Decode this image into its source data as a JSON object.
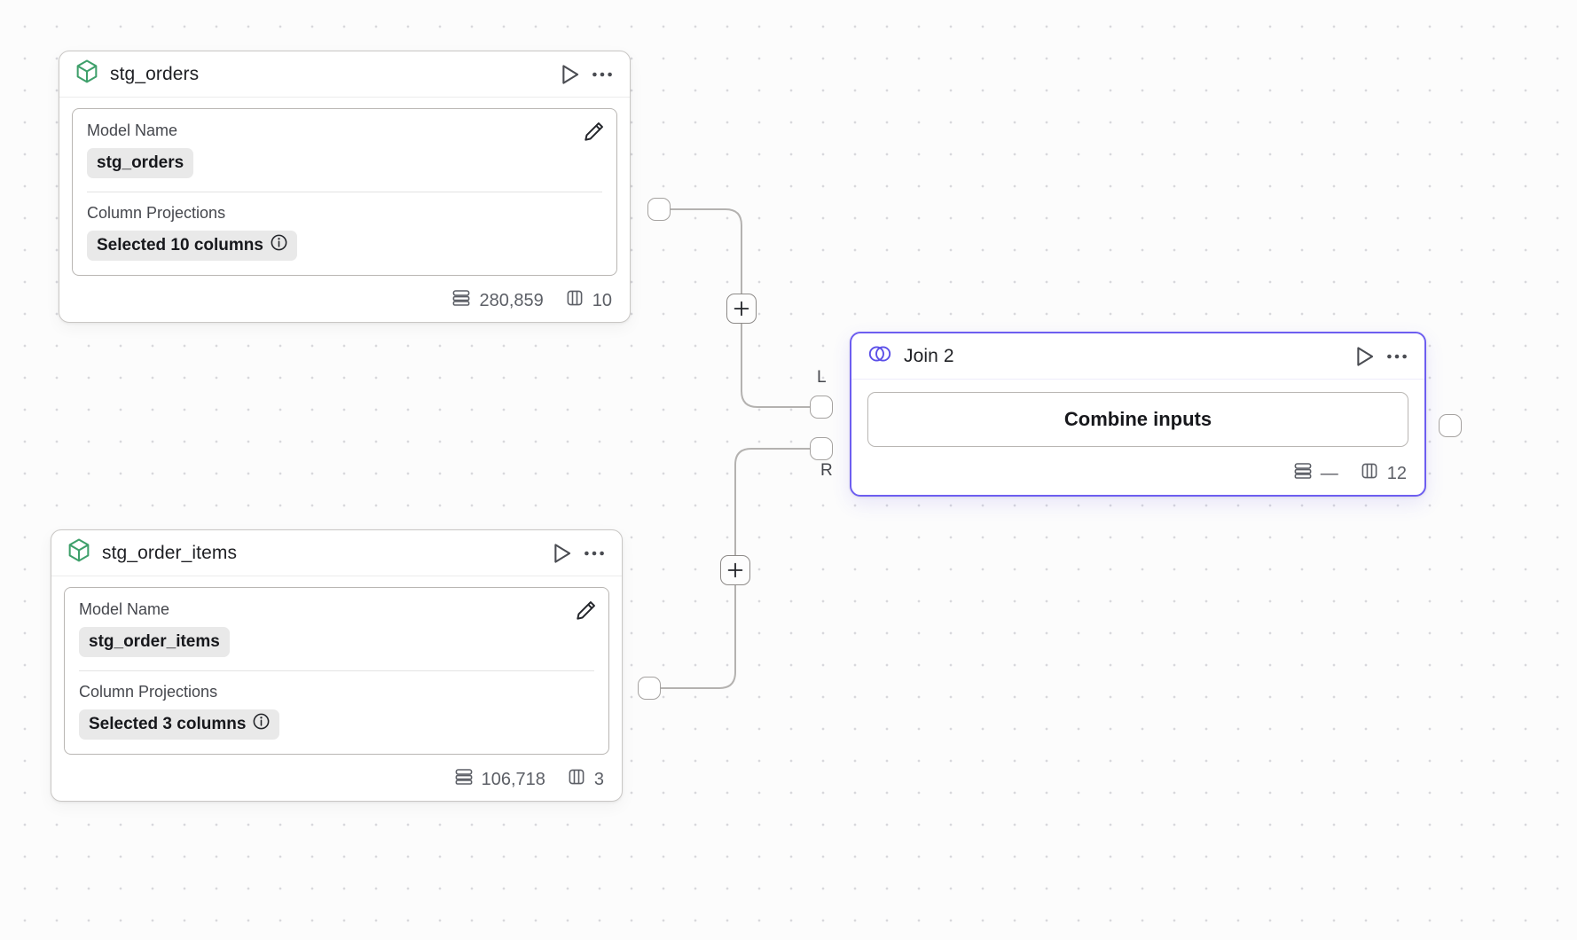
{
  "canvas": {
    "background_color": "#fcfcfc",
    "dot_color": "#d8d8dc",
    "accent_color": "#6d5ef0",
    "model_icon_color": "#3fa06b"
  },
  "nodes": [
    {
      "id": "stg_orders",
      "title": "stg_orders",
      "icon": "cube-icon",
      "type": "model",
      "fields": [
        {
          "label": "Model Name",
          "value": "stg_orders",
          "has_info": false
        },
        {
          "label": "Column Projections",
          "value": "Selected 10 columns",
          "has_info": true
        }
      ],
      "footer": {
        "rows": "280,859",
        "columns": "10"
      },
      "actions": {
        "run": "run-icon",
        "more": "more-icon",
        "edit": "edit-icon"
      }
    },
    {
      "id": "stg_order_items",
      "title": "stg_order_items",
      "icon": "cube-icon",
      "type": "model",
      "fields": [
        {
          "label": "Model Name",
          "value": "stg_order_items",
          "has_info": false
        },
        {
          "label": "Column Projections",
          "value": "Selected 3 columns",
          "has_info": true
        }
      ],
      "footer": {
        "rows": "106,718",
        "columns": "3"
      },
      "actions": {
        "run": "run-icon",
        "more": "more-icon",
        "edit": "edit-icon"
      }
    },
    {
      "id": "join_2",
      "title": "Join 2",
      "icon": "venn-icon",
      "type": "join",
      "selected": true,
      "primary_button": "Combine inputs",
      "input_ports": [
        {
          "label": "L"
        },
        {
          "label": "R"
        }
      ],
      "footer": {
        "rows": "—",
        "columns": "12"
      },
      "actions": {
        "run": "run-icon",
        "more": "more-icon"
      }
    }
  ],
  "edges": [
    {
      "from": "stg_orders",
      "to": "join_2",
      "to_port": "L",
      "add_button": "+"
    },
    {
      "from": "stg_order_items",
      "to": "join_2",
      "to_port": "R",
      "add_button": "+"
    }
  ]
}
